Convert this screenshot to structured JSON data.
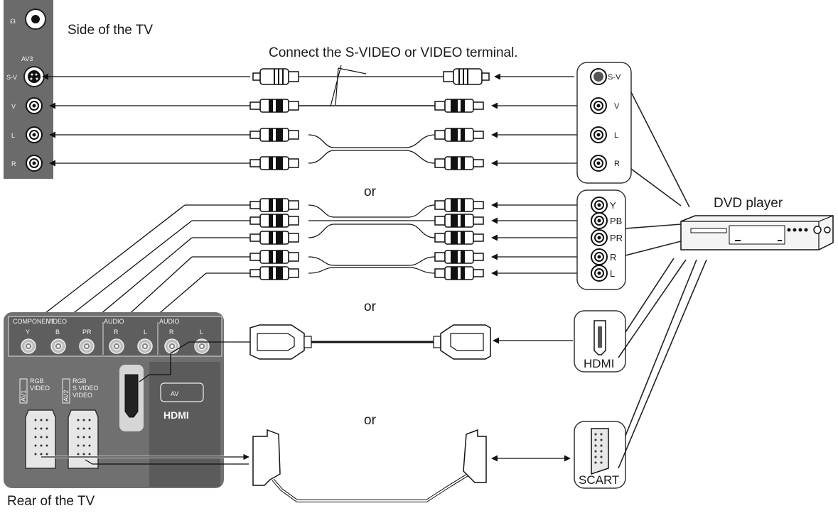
{
  "labels": {
    "side_of_tv": "Side of the TV",
    "rear_of_tv": "Rear of the TV",
    "connect_note": "Connect the S-VIDEO or VIDEO terminal.",
    "dvd_player": "DVD player",
    "or": "or",
    "hdmi": "HDMI",
    "scart": "SCART"
  },
  "side_panel": {
    "title": "AV3",
    "jacks": [
      "S-V",
      "V",
      "L",
      "R"
    ]
  },
  "dvd_side_terminals": [
    "S-V",
    "V",
    "L",
    "R"
  ],
  "component_terminals": [
    "Y",
    "PB",
    "PR",
    "R",
    "L"
  ],
  "rear_panel": {
    "component_header": "COMPONENT",
    "video_header": "VIDEO",
    "audio_in_header": "AUDIO",
    "audio_out_header": "AUDIO",
    "jack_labels": [
      "Y",
      "B",
      "PR",
      "R",
      "L",
      "R",
      "L"
    ],
    "av1_label": "AV1",
    "av1_signals": [
      "RGB",
      "VIDEO"
    ],
    "av2_label": "AV2",
    "av2_signals": [
      "RGB",
      "S VIDEO",
      "VIDEO"
    ],
    "av_badge": "AV",
    "hdmi_logo": "HDMI"
  },
  "colors": {
    "line": "#111111",
    "panel": "#707070",
    "panel_dark": "#555555"
  }
}
